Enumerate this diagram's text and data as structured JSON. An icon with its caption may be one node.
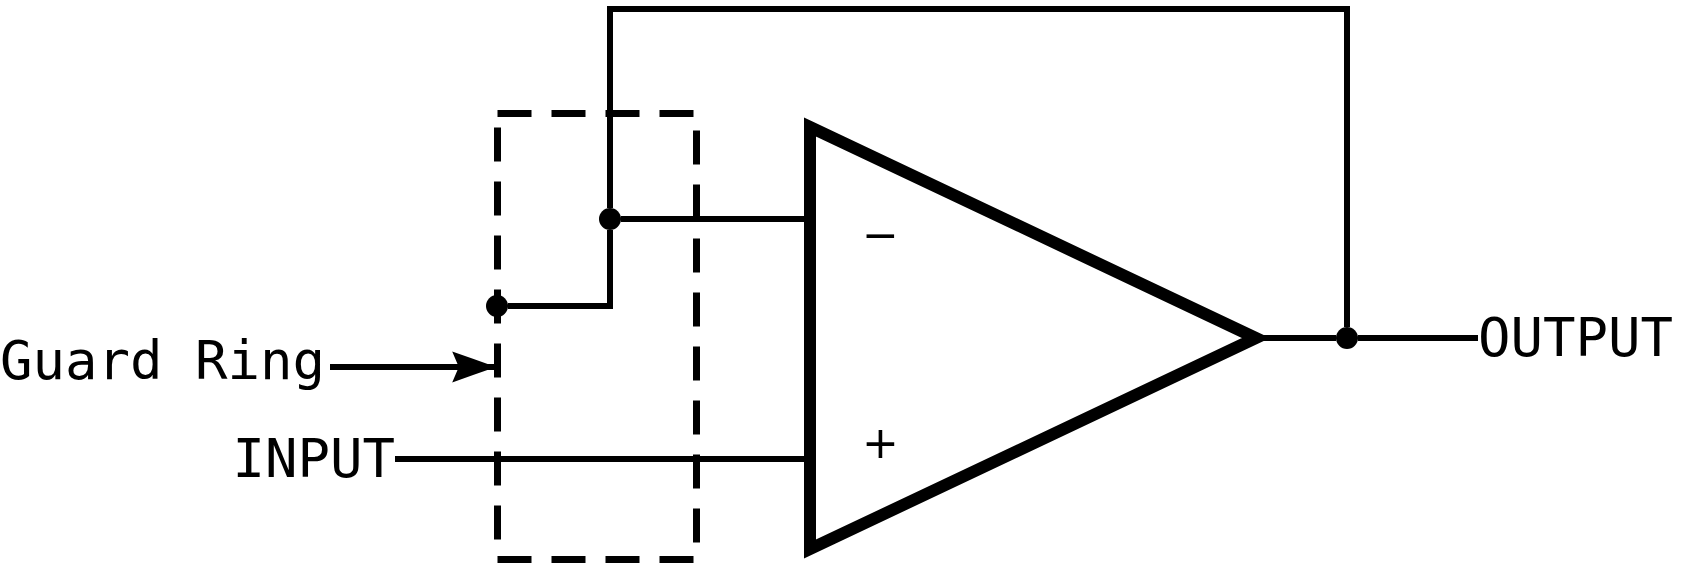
{
  "diagram": {
    "nodes": [
      {
        "text": [
          "Guard Ring"
        ]
      },
      {
        "text": [],
        "shape": "box"
      },
      {
        "text": [
          "INPUT"
        ]
      },
      {
        "text": [
          "−",
          "+"
        ]
      },
      {
        "text": [
          "OUTPUT"
        ]
      },
      {
        "text": [],
        "shape": "circle"
      },
      {
        "text": [],
        "shape": "circle",
        "in": 1
      },
      {
        "text": [],
        "shape": "circle"
      }
    ],
    "edges": [
      {
        "from": 0,
        "to": 1,
        "arrow": "to"
      },
      {
        "from": 2,
        "to": 3,
        "arrow": "none"
      },
      {
        "from": 3,
        "to": 7,
        "arrow": "none"
      },
      {
        "from": 7,
        "to": 4,
        "arrow": "none"
      },
      {
        "from": 7,
        "to": 6,
        "arrow": "none"
      },
      {
        "from": 6,
        "to": 3,
        "arrow": "none"
      },
      {
        "from": 5,
        "to": 6,
        "arrow": "none"
      }
    ]
  }
}
